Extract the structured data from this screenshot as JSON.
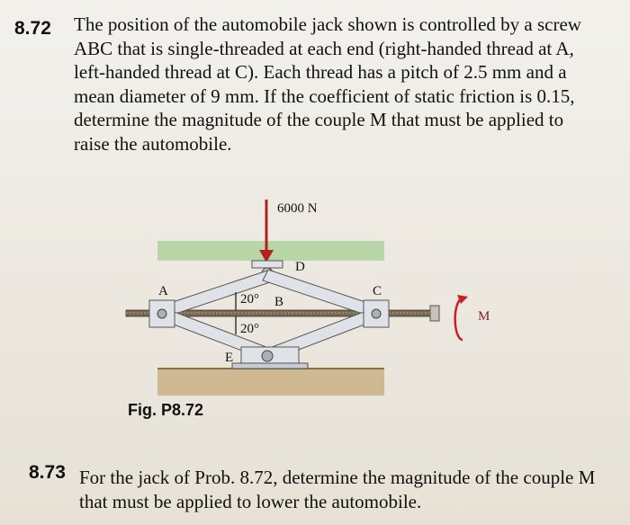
{
  "problem_872": {
    "number": "8.72",
    "lines": [
      "The position of the automobile jack shown is controlled by a screw",
      "ABC that is single-threaded at each end (right-handed thread at A,",
      "left-handed thread at C). Each thread has a pitch of 2.5 mm and a",
      "mean diameter of 9 mm. If the coefficient of static friction is 0.15,",
      "determine the magnitude of the couple M that must be applied to",
      "raise the automobile."
    ]
  },
  "figure": {
    "caption": "Fig. P8.72",
    "load_label": "6000 N",
    "point_labels": {
      "A": "A",
      "B": "B",
      "C": "C",
      "D": "D",
      "E": "E"
    },
    "angle_upper": "20°",
    "angle_lower": "20°",
    "couple_label": "M",
    "colors": {
      "car": "#b9d6a8",
      "ground": "#cfb992",
      "load_arrow": "#b32020",
      "couple": "#c82020",
      "frame": "#dfe3e7"
    }
  },
  "problem_873": {
    "number": "8.73",
    "lines": [
      "For the jack of Prob. 8.72, determine the magnitude of the couple M",
      "that must be applied to lower the automobile."
    ]
  }
}
